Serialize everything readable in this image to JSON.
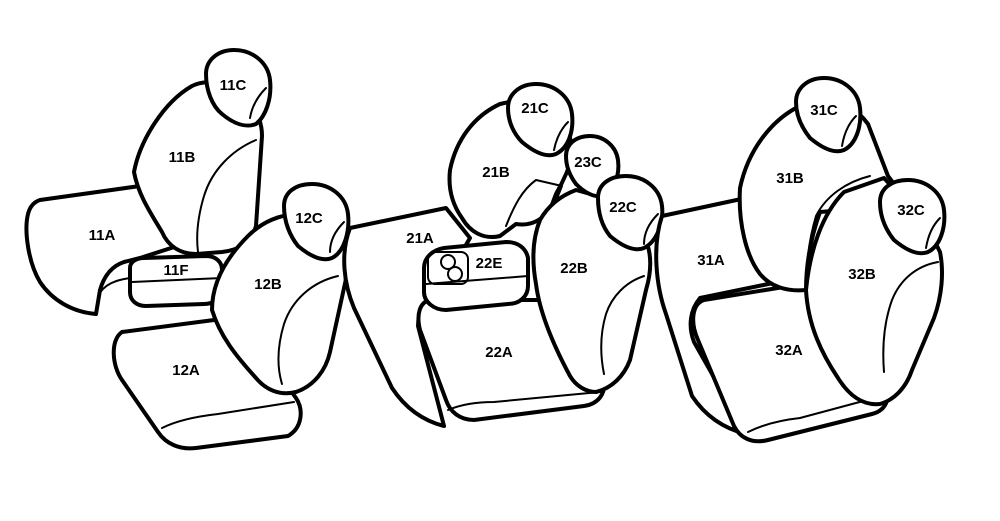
{
  "labels": {
    "l11a": "11A",
    "l11b": "11B",
    "l11c": "11C",
    "l11f": "11F",
    "l12a": "12A",
    "l12b": "12B",
    "l12c": "12C",
    "l21a": "21A",
    "l21b": "21B",
    "l21c": "21C",
    "l22a": "22A",
    "l22b": "22B",
    "l22c": "22C",
    "l22e": "22E",
    "l23c": "23C",
    "l31a": "31A",
    "l31b": "31B",
    "l31c": "31C",
    "l32a": "32A",
    "l32b": "32B",
    "l32c": "32C"
  }
}
